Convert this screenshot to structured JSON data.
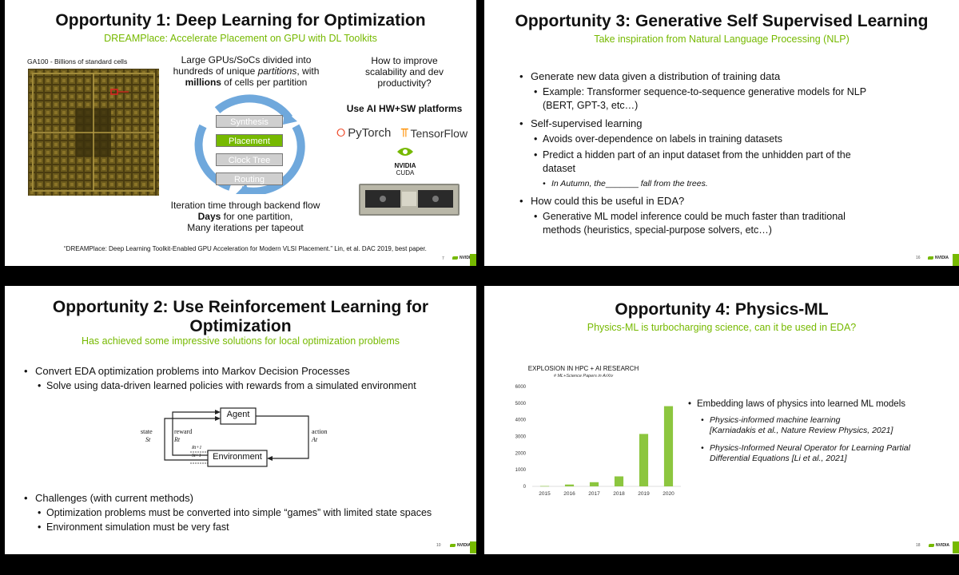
{
  "colors": {
    "accent": "#76b900",
    "text": "#111111"
  },
  "slide1": {
    "title": "Opportunity 1: Deep Learning for Optimization",
    "subtitle": "DREAMPlace: Accelerate Placement on GPU with DL Toolkits",
    "chip_label": "GA100 - Billions of standard cells",
    "partition_l1": "Large GPUs/SoCs divided into",
    "partition_l2a": "hundreds of unique ",
    "partition_l2b": "partitions",
    "partition_l2c": ", with",
    "partition_l3a": "millions",
    "partition_l3b": " of cells per partition",
    "flow": [
      "Synthesis",
      "Placement",
      "Clock Tree",
      "Routing"
    ],
    "iter_l1": "Iteration time through backend flow",
    "iter_l2a": "Days",
    "iter_l2b": " for one partition,",
    "iter_l3": "Many iterations per tapeout",
    "howto_l1": "How to improve",
    "howto_l2": "scalability and dev",
    "howto_l3": "productivity?",
    "platforms": "Use AI HW+SW platforms",
    "pytorch": "PyTorch",
    "tensorflow": "TensorFlow",
    "nvidia": "NVIDIA",
    "cuda": "CUDA",
    "citation": "“DREAMPlace: Deep Learning Toolkit-Enabled GPU Acceleration for Modern VLSI Placement.” Lin, et al. DAC 2019, best paper.",
    "page": "7"
  },
  "slide3": {
    "title": "Opportunity 3:  Generative Self Supervised Learning",
    "subtitle": "Take inspiration from Natural Language Processing (NLP)",
    "b1": "Generate new data given a distribution of training data",
    "b1a_l1": "Example:  Transformer sequence-to-sequence generative models for NLP",
    "b1a_l2": "(BERT, GPT-3, etc…)",
    "b2": "Self-supervised learning",
    "b2a": "Avoids over-dependence on labels in training datasets",
    "b2b_l1": "Predict a hidden part of an input dataset from the unhidden part of the",
    "b2b_l2": "dataset",
    "b2b_i_a": "In Autumn, the",
    "b2b_i_blank": "_______",
    "b2b_i_b": " fall from the trees.",
    "b3": "How could this be useful in EDA?",
    "b3a_l1": "Generative ML model inference could be much faster than traditional",
    "b3a_l2": "methods (heuristics, special-purpose solvers, etc…)",
    "page": "16"
  },
  "slide2": {
    "title_l1": "Opportunity 2:  Use Reinforcement Learning for",
    "title_l2": "Optimization",
    "subtitle": "Has achieved some impressive solutions for local optimization problems",
    "b1": "Convert EDA optimization problems into Markov Decision Processes",
    "b1a": "Solve using data-driven learned policies with rewards from a simulated environment",
    "agent": "Agent",
    "environment": "Environment",
    "state": "state",
    "state_sym": "St",
    "reward": "reward",
    "reward_sym": "Rt",
    "action": "action",
    "action_sym": "At",
    "rnext": "Rt+1",
    "snext": "St+1",
    "b2": "Challenges (with current methods)",
    "b2a": "Optimization problems must be converted into simple “games” with limited state spaces",
    "b2b": "Environment simulation must be very fast",
    "page": "10"
  },
  "slide4": {
    "title": "Opportunity 4:  Physics-ML",
    "subtitle": "Physics-ML is turbocharging science, can it be used in EDA?",
    "b1": "Embedding laws of physics into learned ML models",
    "b1a_l1": "Physics-informed machine learning",
    "b1a_l2": "[Karniadakis et al., Nature Review Physics, 2021]",
    "b1b_l1": "Physics-Informed Neural Operator for Learning Partial",
    "b1b_l2": "Differential Equations [Li et al., 2021]",
    "page": "18"
  },
  "chart_data": {
    "type": "bar",
    "title": "EXPLOSION IN HPC + AI RESEARCH",
    "subtitle": "# ML+Science Papers in ArXiv",
    "categories": [
      "2015",
      "2016",
      "2017",
      "2018",
      "2019",
      "2020"
    ],
    "values": [
      20,
      110,
      250,
      600,
      3150,
      4820
    ],
    "ylim": [
      0,
      6000
    ],
    "yticks": [
      "0",
      "1000",
      "2000",
      "3000",
      "4000",
      "5000",
      "6000"
    ],
    "color": "#8cc63f",
    "grid": false
  },
  "nvidia_logo_text": "NVIDIA"
}
